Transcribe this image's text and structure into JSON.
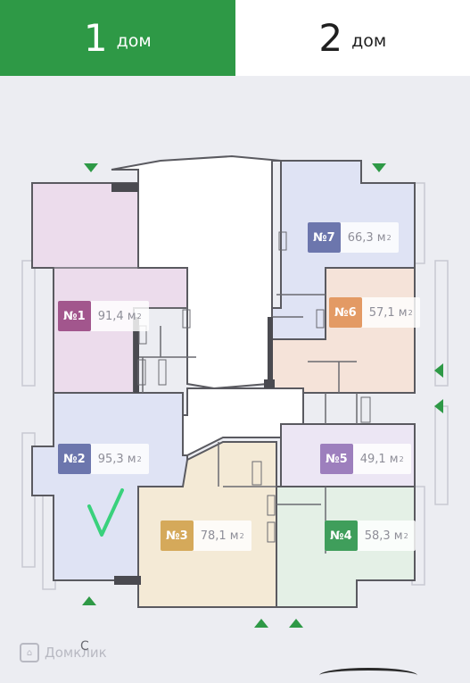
{
  "tabs": [
    {
      "number": "1",
      "label": "дом",
      "active": true
    },
    {
      "number": "2",
      "label": "дом",
      "active": false
    }
  ],
  "units": [
    {
      "number": "№1",
      "area": "91,4 м",
      "sup": "2",
      "color": "#a2568d"
    },
    {
      "number": "№2",
      "area": "95,3 м",
      "sup": "2",
      "color": "#6c76ad"
    },
    {
      "number": "№3",
      "area": "78,1 м",
      "sup": "2",
      "color": "#d5a95a"
    },
    {
      "number": "№4",
      "area": "58,3 м",
      "sup": "2",
      "color": "#3f9e5b"
    },
    {
      "number": "№5",
      "area": "49,1 м",
      "sup": "2",
      "color": "#9d7fbd"
    },
    {
      "number": "№6",
      "area": "57,1 м",
      "sup": "2",
      "color": "#e39a64"
    },
    {
      "number": "№7",
      "area": "66,3 м",
      "sup": "2",
      "color": "#6c76ad"
    }
  ],
  "compass": "С",
  "watermark": "Домклик",
  "annotation": "V",
  "colors": {
    "accent": "#2e9946",
    "unit1_fill": "#ecdcec",
    "unit2_fill": "#dfe3f4",
    "unit3_fill": "#f4ead6",
    "unit4_fill": "#e4f0e6",
    "unit5_fill": "#ece6f4",
    "unit6_fill": "#f5e3d9",
    "unit7_fill": "#dfe3f4",
    "common_fill": "#ffffff",
    "wall": "#5a5a60",
    "checkmark": "#39d17c"
  }
}
